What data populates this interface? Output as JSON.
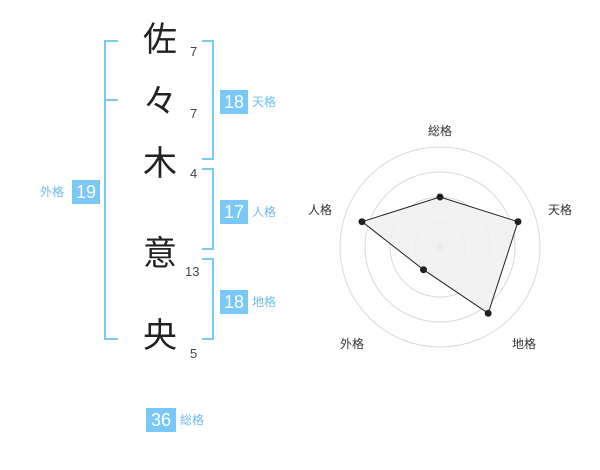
{
  "colors": {
    "accent": "#79c8f5",
    "accent_text": "#6bbce8",
    "kanji": "#222222",
    "polygon_fill": "#f0f0f0",
    "ring": "#d9d9d9"
  },
  "name": {
    "characters": [
      {
        "char": "佐",
        "strokes": "7"
      },
      {
        "char": "々",
        "strokes": "7"
      },
      {
        "char": "木",
        "strokes": "4"
      },
      {
        "char": "意",
        "strokes": "13"
      },
      {
        "char": "央",
        "strokes": "5"
      }
    ]
  },
  "fortunes": {
    "tenkaku": {
      "value": "18",
      "label": "天格"
    },
    "jinkaku": {
      "value": "17",
      "label": "人格"
    },
    "chikaku": {
      "value": "18",
      "label": "地格"
    },
    "gaikaku": {
      "value": "19",
      "label": "外格"
    },
    "soukaku": {
      "value": "36",
      "label": "総格"
    }
  },
  "chart_data": {
    "type": "radar",
    "axes": [
      "総格",
      "天格",
      "地格",
      "外格",
      "人格"
    ],
    "values": [
      0.5,
      0.82,
      0.82,
      0.28,
      0.82
    ],
    "max": 1,
    "rings": 4
  }
}
